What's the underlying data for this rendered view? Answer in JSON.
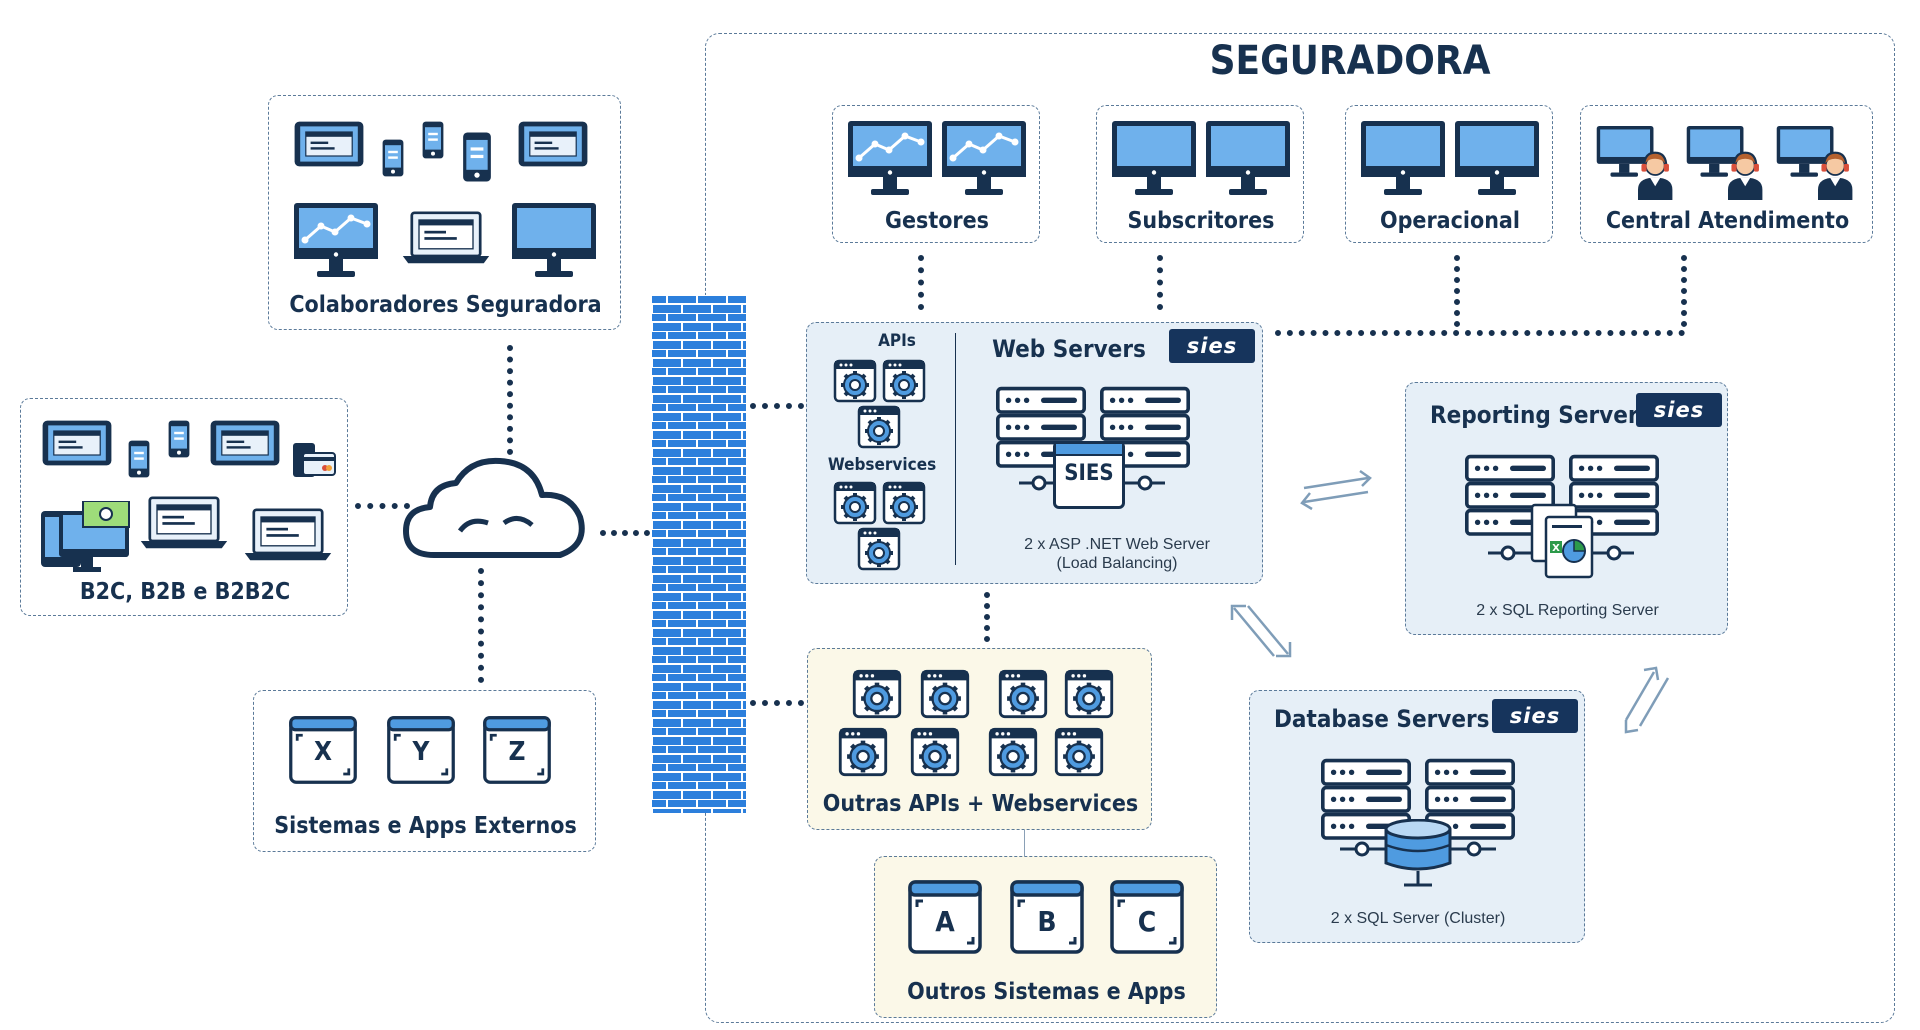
{
  "title": "SEGURADORA",
  "groups": {
    "gestores": "Gestores",
    "subscritores": "Subscritores",
    "operacional": "Operacional",
    "central": "Central Atendimento",
    "colaboradores": "Colaboradores Seguradora",
    "b2c": "B2C, B2B e B2B2C",
    "externos": "Sistemas e Apps Externos"
  },
  "web": {
    "apis": "APIs",
    "webservices": "Webservices",
    "title": "Web Servers",
    "badge": "SIES",
    "desc1": "2 x ASP .NET Web Server",
    "desc2": "(Load Balancing)"
  },
  "reporting": {
    "title": "Reporting Server",
    "desc": "2 x SQL Reporting Server"
  },
  "database": {
    "title": "Database Servers",
    "desc": "2 x SQL Server (Cluster)"
  },
  "outras_apis": "Outras APIs + Webservices",
  "outros_sistemas": {
    "title": "Outros Sistemas e Apps",
    "apps": [
      "A",
      "B",
      "C"
    ]
  },
  "externos_apps": [
    "X",
    "Y",
    "Z"
  ],
  "logo_text": "sies",
  "colors": {
    "navy": "#17314f",
    "accent": "#2e7fd6",
    "panel": "#e6eff7",
    "cream": "#fbf8e8",
    "firewall": "#2c7fdc"
  }
}
